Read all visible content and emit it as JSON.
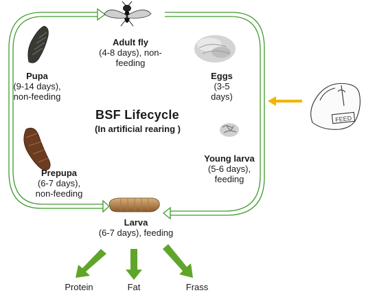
{
  "title": "BSF  Lifecycle",
  "subtitle": "(In artificial rearing )",
  "stages": {
    "adult_fly": {
      "name": "Adult fly",
      "detail_1": "(4-8 days), non-",
      "detail_2": "feeding"
    },
    "eggs": {
      "name": "Eggs",
      "detail_1": "(3-5",
      "detail_2": "days)"
    },
    "young_larva": {
      "name": "Young larva",
      "detail_1": "(5-6 days),",
      "detail_2": "feeding"
    },
    "larva": {
      "name": "Larva",
      "detail_1": "(6-7 days), feeding"
    },
    "prepupa": {
      "name": "Prepupa",
      "detail_1": "(6-7 days),",
      "detail_2": "non-feeding"
    },
    "pupa": {
      "name": "Pupa",
      "detail_1": "(9-14 days),",
      "detail_2": "non-feeding"
    }
  },
  "feed_bag": {
    "label": "FEED"
  },
  "outputs": {
    "protein": "Protein",
    "fat": "Fat",
    "frass": "Frass"
  },
  "colors": {
    "cycle_arrow": "#3f9a2b",
    "output_arrow": "#5ea52a",
    "feed_arrow": "#f5b400"
  }
}
